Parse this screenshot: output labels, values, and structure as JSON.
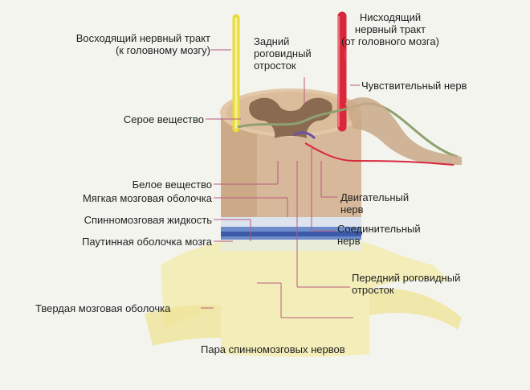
{
  "labels": {
    "ascending_tract": "Восходящий нервный тракт\n(к головному мозгу)",
    "posterior_horn": "Задний\nроговидный\nотросток",
    "descending_tract": "Нисходящий\nнервный тракт\n(от головного мозга)",
    "sensory_nerve": "Чувствительный нерв",
    "gray_matter": "Серое вещество",
    "white_matter": "Белое вещество",
    "pia_mater": "Мягкая мозговая оболочка",
    "motor_nerve": "Двигательный\nнерв",
    "csf": "Спинномозговая жидкость",
    "connecting_nerve": "Соединительный\nнерв",
    "arachnoid": "Паутинная оболочка мозга",
    "anterior_horn": "Передний роговидный\nотросток",
    "dura_mater": "Твердая мозговая оболочка",
    "spinal_nerves": "Пара спинномозговых нервов"
  },
  "colors": {
    "ascending": "#e8dc3a",
    "descending": "#d8283c",
    "leader": "#b85a80",
    "dura": "#f2eaa6",
    "cord": "#cba98a",
    "gray": "#8a6a52",
    "arachnoid": "#4f6db8",
    "nerve": "#c9a888"
  }
}
